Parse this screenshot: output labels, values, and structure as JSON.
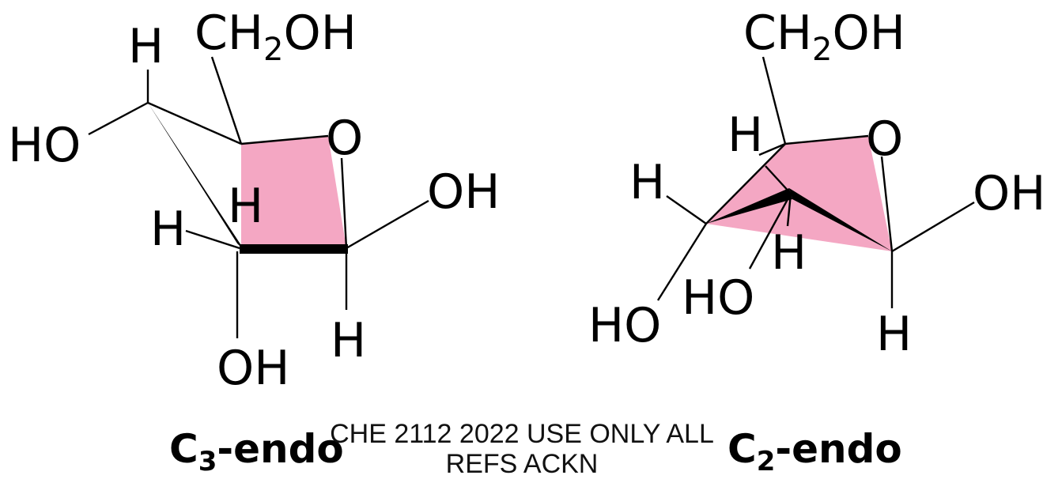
{
  "ring_color": "#f4a7c3",
  "left_structure": {
    "atoms": {
      "h_top": "H",
      "ch2oh_c": "CH",
      "ch2oh_sub": "2",
      "ch2oh_oh": "OH",
      "ho_left": "HO",
      "o_ring": "O",
      "oh_right": "OH",
      "h_inner": "H",
      "h_left": "H",
      "oh_bottom": "OH",
      "h_bottom": "H"
    },
    "caption": {
      "c": "C",
      "sub": "3",
      "rest": "-endo"
    }
  },
  "right_structure": {
    "atoms": {
      "ch2oh_c": "CH",
      "ch2oh_sub": "2",
      "ch2oh_oh": "OH",
      "h_upper": "H",
      "o_ring": "O",
      "h_left": "H",
      "oh_right": "OH",
      "h_inner": "H",
      "ho_mid": "HO",
      "ho_left": "HO",
      "h_bottom": "H"
    },
    "caption": {
      "c": "C",
      "sub": "2",
      "rest": "-endo"
    }
  },
  "watermark": "CHE 2112 2022 USE ONLY ALL REFS ACKN"
}
